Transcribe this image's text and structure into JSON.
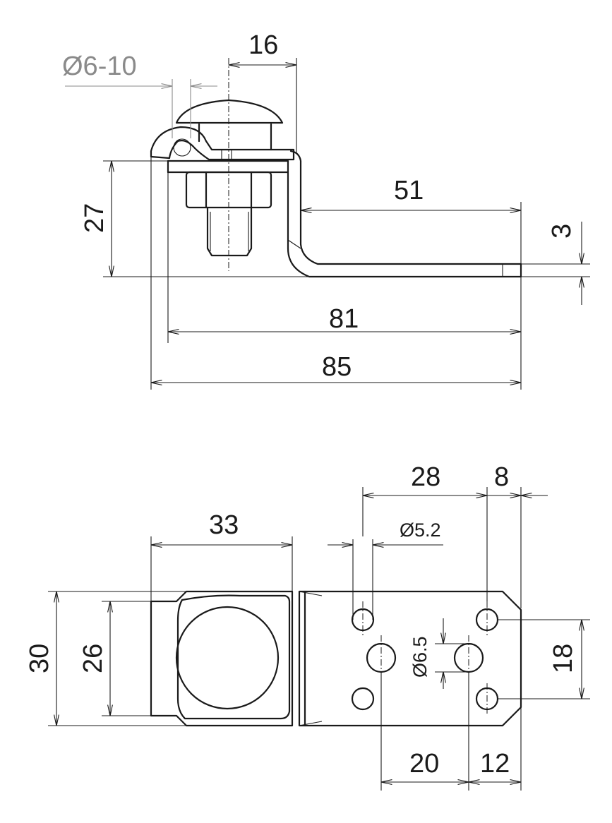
{
  "side_view": {
    "dims": {
      "cable_dia": "Ø6-10",
      "bolt_offset": "16",
      "height": "27",
      "flange_length": "51",
      "thickness": "3",
      "inner_length": "81",
      "overall_length": "85"
    }
  },
  "top_view": {
    "dims": {
      "clamp_width": "33",
      "hole_pitch": "28",
      "edge_margin": "8",
      "hole_dia_small": "Ø5.2",
      "overall_width": "30",
      "clamp_height": "26",
      "hole_dia_large": "Ø6.5",
      "hole_spacing_v": "18",
      "large_hole_pitch": "20",
      "end_margin": "12"
    }
  },
  "colors": {
    "line": "#1a1a1a",
    "grey_dim": "#8a8a8a",
    "cable_fill": "#c8c8c8",
    "dome_fill": "#e6e6e6"
  }
}
